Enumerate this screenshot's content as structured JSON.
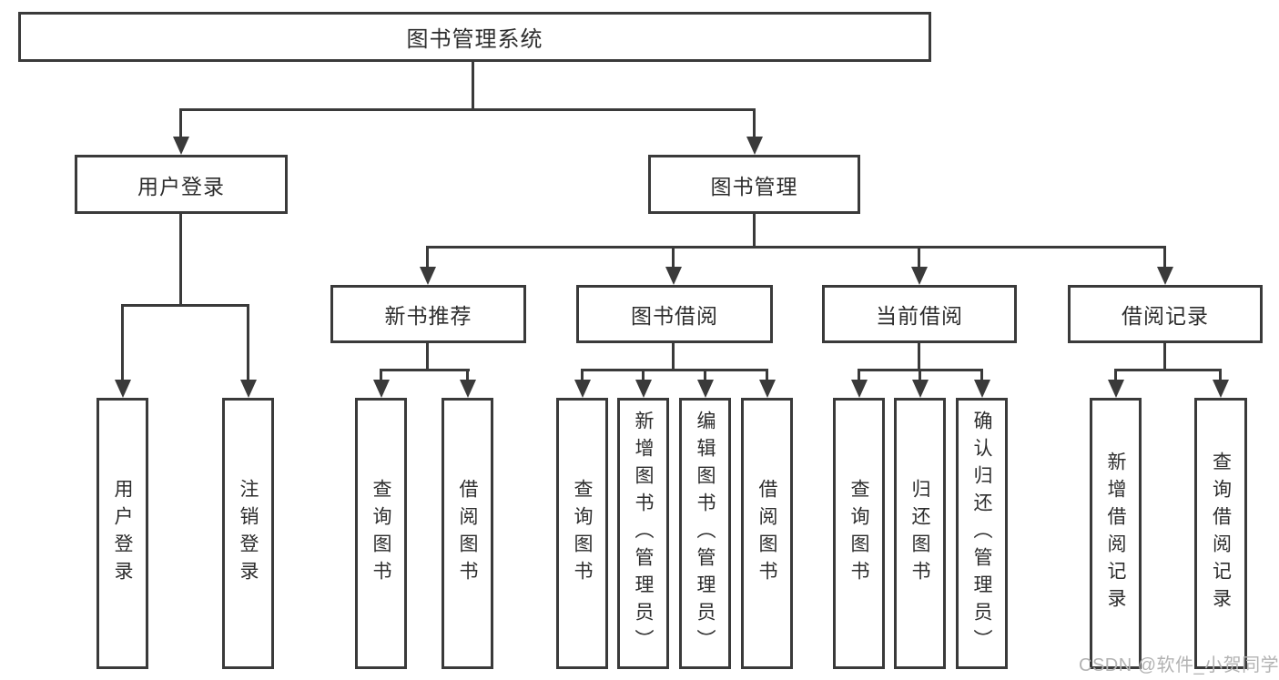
{
  "diagram": {
    "root": {
      "label": "图书管理系统"
    },
    "level2": [
      {
        "label": "用户登录"
      },
      {
        "label": "图书管理"
      }
    ],
    "level3": [
      {
        "label": "新书推荐",
        "parent": "图书管理"
      },
      {
        "label": "图书借阅",
        "parent": "图书管理"
      },
      {
        "label": "当前借阅",
        "parent": "图书管理"
      },
      {
        "label": "借阅记录",
        "parent": "图书管理"
      }
    ],
    "level4": [
      {
        "label": "用户登录",
        "parent": "用户登录"
      },
      {
        "label": "注销登录",
        "parent": "用户登录"
      },
      {
        "label": "查询图书",
        "parent": "新书推荐"
      },
      {
        "label": "借阅图书",
        "parent": "新书推荐"
      },
      {
        "label": "查询图书",
        "parent": "图书借阅"
      },
      {
        "label": "新增图书（管理员）",
        "parent": "图书借阅"
      },
      {
        "label": "编辑图书（管理员）",
        "parent": "图书借阅"
      },
      {
        "label": "借阅图书",
        "parent": "图书借阅"
      },
      {
        "label": "查询图书",
        "parent": "当前借阅"
      },
      {
        "label": "归还图书",
        "parent": "当前借阅"
      },
      {
        "label": "确认归还（管理员）",
        "parent": "当前借阅"
      },
      {
        "label": "新增借阅记录",
        "parent": "借阅记录"
      },
      {
        "label": "查询借阅记录",
        "parent": "借阅记录"
      }
    ],
    "watermark": "CSDN @软件_小贺同学",
    "colors": {
      "line": "#3a3a3a",
      "text": "#2d2d2d",
      "watermark": "#b3b3b3",
      "background": "#ffffff"
    }
  }
}
